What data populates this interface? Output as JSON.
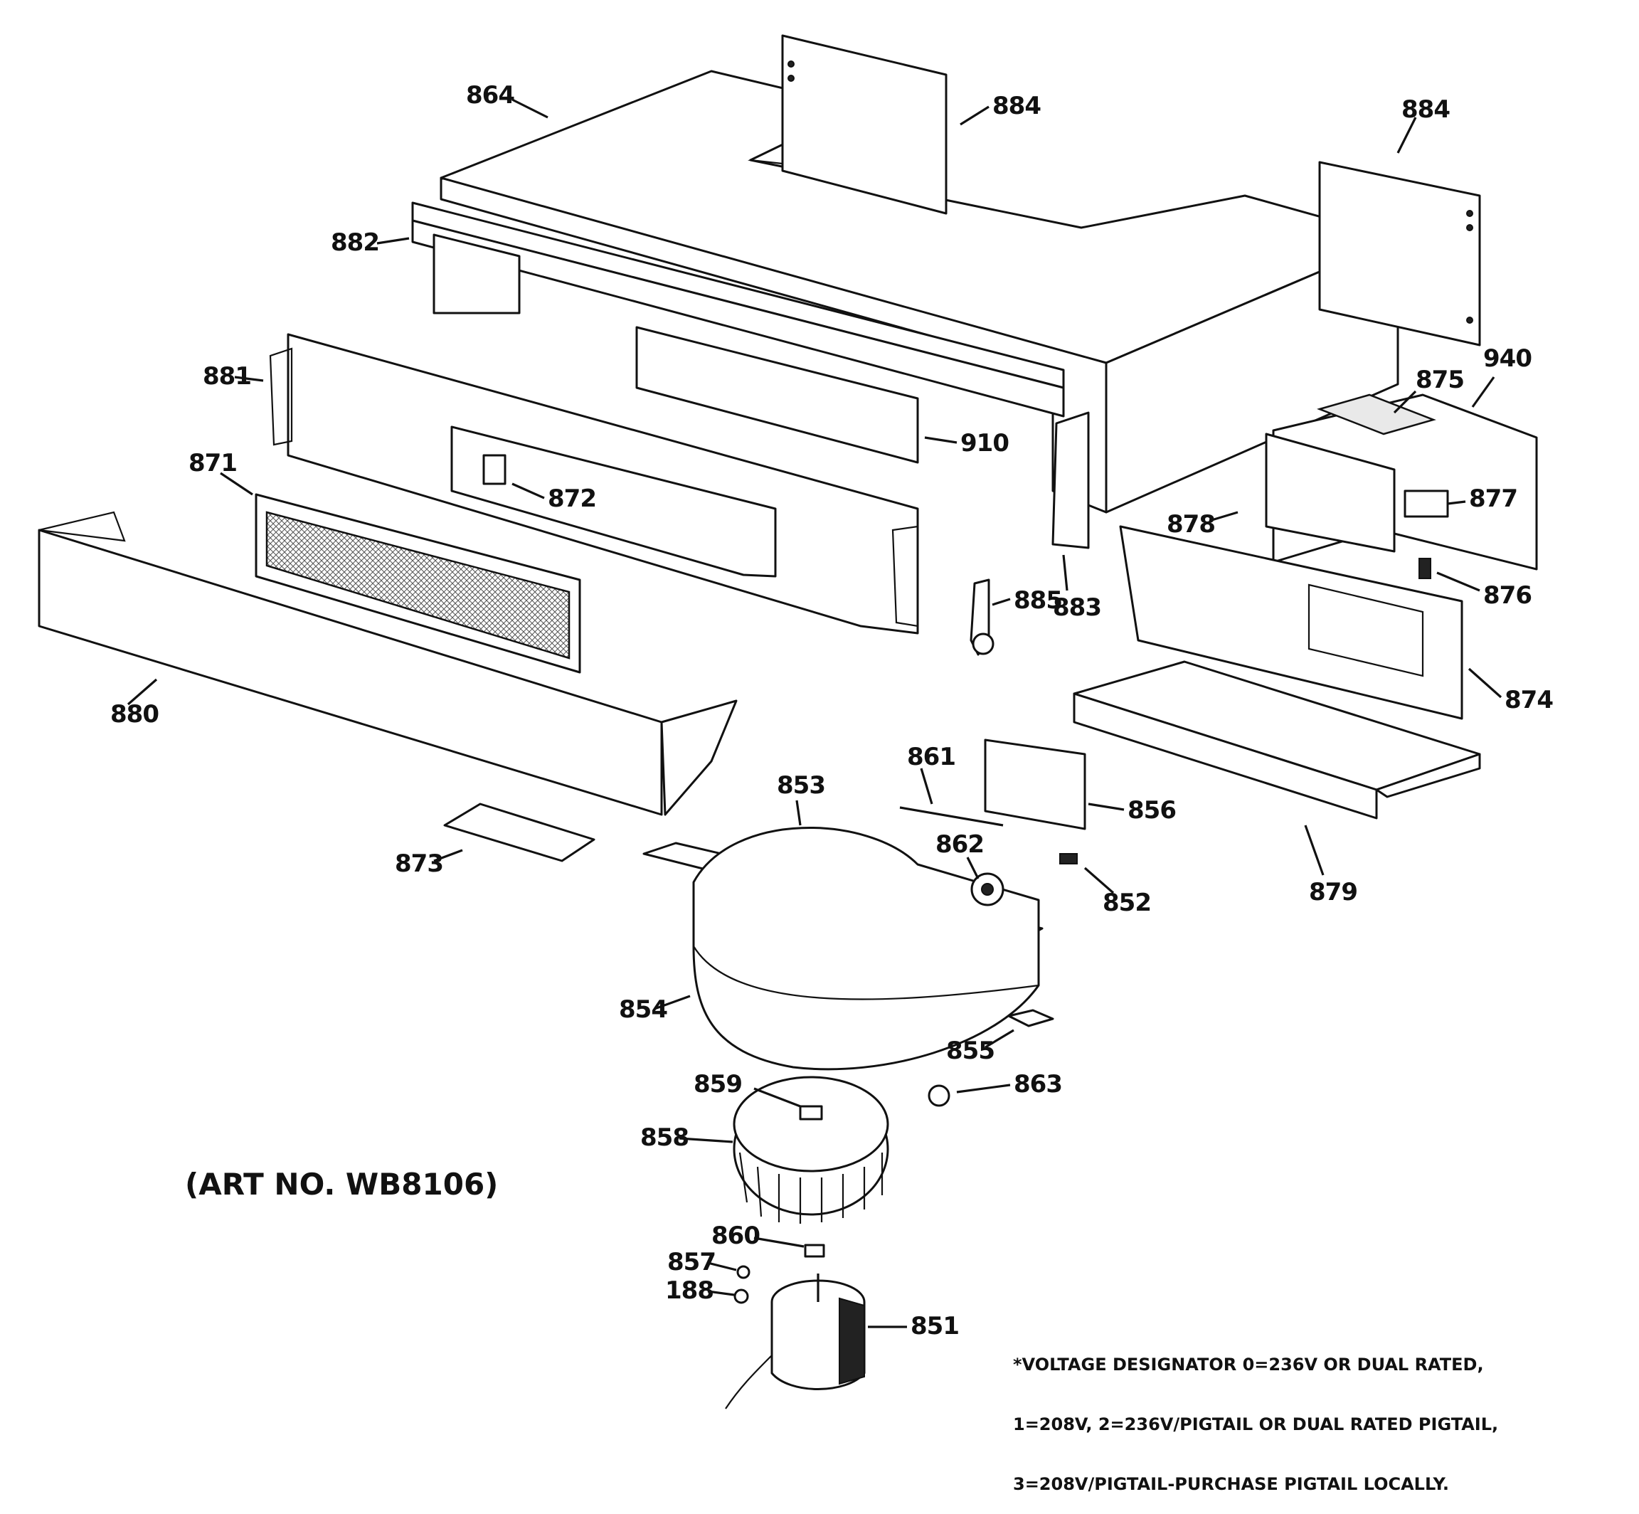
{
  "art_number": "(ART NO. WB8106)",
  "voltage_note": [
    "*VOLTAGE DESIGNATOR 0=236V OR DUAL RATED,",
    "1=208V, 2=236V/PIGTAIL OR DUAL RATED PIGTAIL,",
    "3=208V/PIGTAIL-PURCHASE PIGTAIL LOCALLY."
  ],
  "callouts": {
    "c864": "864",
    "c884a": "884",
    "c884b": "884",
    "c882": "882",
    "c881": "881",
    "c910": "910",
    "c875": "875",
    "c940": "940",
    "c871": "871",
    "c872": "872",
    "c877": "877",
    "c878": "878",
    "c885": "885",
    "c883": "883",
    "c876": "876",
    "c880": "880",
    "c874": "874",
    "c853": "853",
    "c861": "861",
    "c856": "856",
    "c862": "862",
    "c873": "873",
    "c852": "852",
    "c879": "879",
    "c854": "854",
    "c855": "855",
    "c863": "863",
    "c859": "859",
    "c858": "858",
    "c860": "860",
    "c857": "857",
    "c188": "188",
    "c851": "851"
  }
}
